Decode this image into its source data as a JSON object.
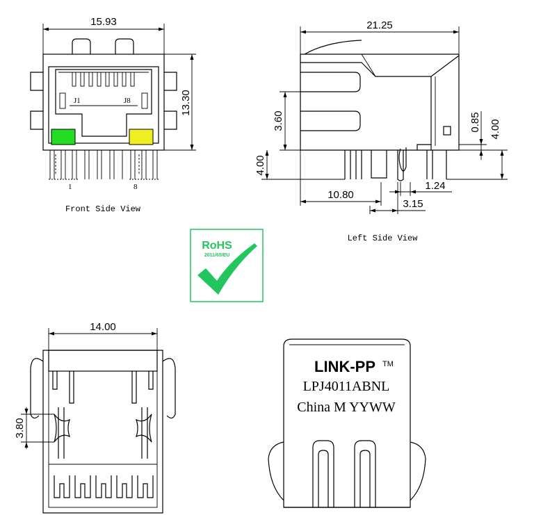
{
  "front_view": {
    "caption": "Front Side View",
    "width_dim": "15.93",
    "height_dim": "13.30",
    "pin_j1": "J1",
    "pin_j8": "J8",
    "pin_1": "1",
    "pin_8": "8",
    "led_left_color": "#22dd22",
    "led_right_color": "#eeee22"
  },
  "side_view": {
    "caption": "Left Side View",
    "length_dim": "21.25",
    "dim_3_60": "3.60",
    "dim_4_00_left": "4.00",
    "dim_0_85": "0.85",
    "dim_4_00_right": "4.00",
    "dim_10_80": "10.80",
    "dim_1_24": "1.24",
    "dim_3_15": "3.15"
  },
  "rohs": {
    "title": "RoHS",
    "directive": "2011/65/EU",
    "border_color": "#22c55e",
    "check_color": "#22c55e"
  },
  "bottom_view": {
    "width_dim": "14.00",
    "dim_3_80": "3.80"
  },
  "top_view": {
    "brand": "LINK-PP",
    "trademark": "TM",
    "part_number": "LPJ4011ABNL",
    "origin": "China M YYWW"
  }
}
